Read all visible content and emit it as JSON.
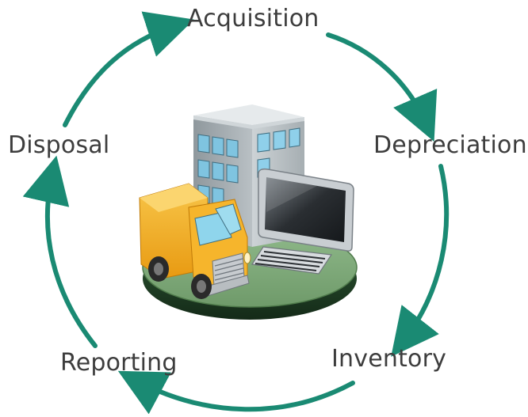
{
  "stages": {
    "acquisition": "Acquisition",
    "depreciation": "Depreciation",
    "inventory": "Inventory",
    "reporting": "Reporting",
    "disposal": "Disposal"
  },
  "colors": {
    "arrow": "#1a8a73",
    "text": "#3d3d3d",
    "platform_top": "#7aa674",
    "platform_side": "#1f3f25",
    "truck": "#f4b023",
    "building": "#9aa3a8",
    "monitor": "#3a3f44"
  },
  "icons": [
    "building-icon",
    "delivery-truck-icon",
    "computer-monitor-icon",
    "keyboard-icon"
  ]
}
